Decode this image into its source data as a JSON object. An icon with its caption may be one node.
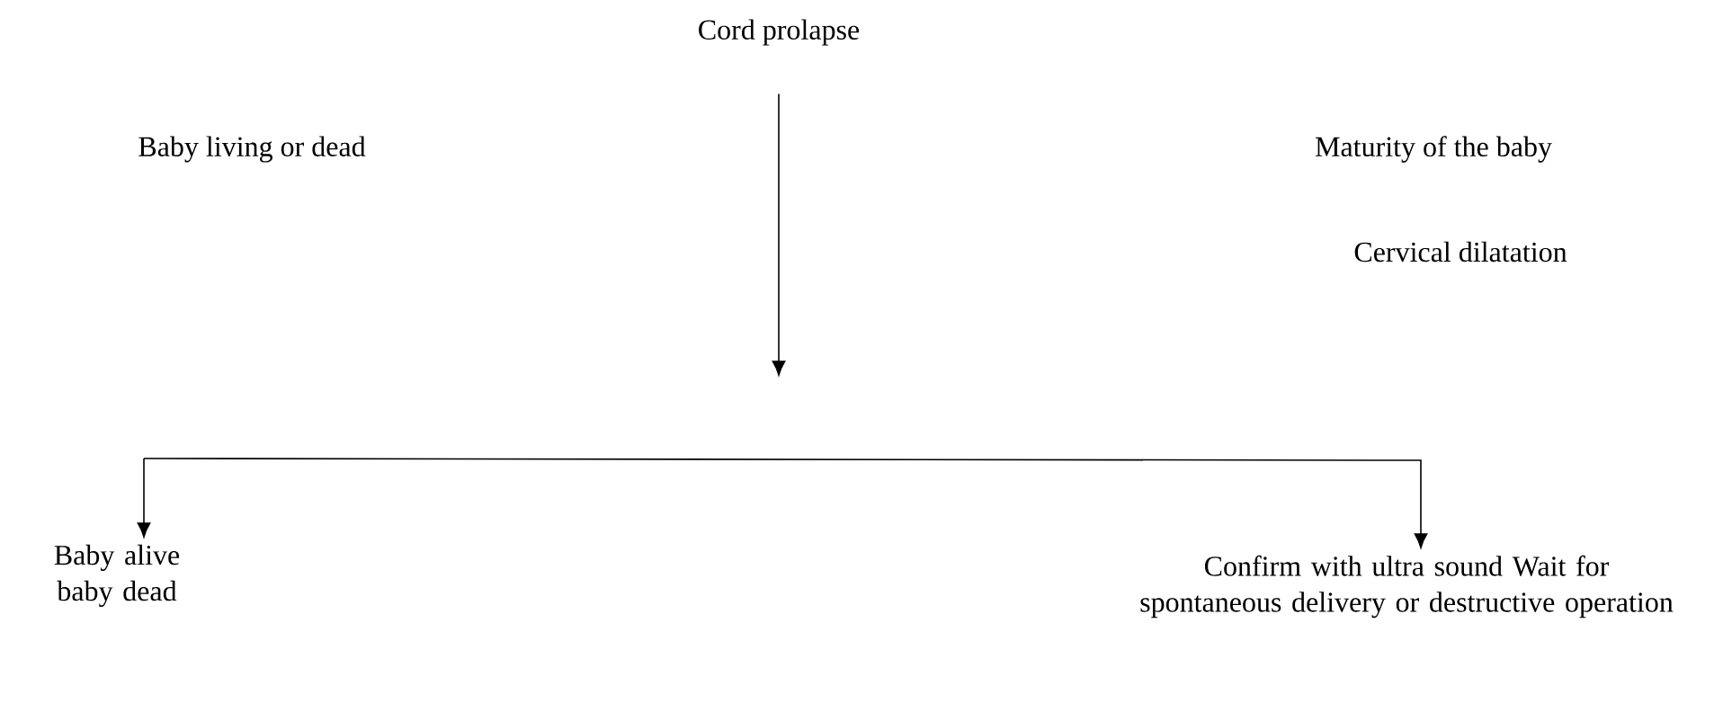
{
  "diagram": {
    "nodes": [
      {
        "text": [
          "Cord prolapse"
        ]
      },
      {
        "text": [
          "Baby alive baby dead"
        ]
      },
      {
        "text": [
          "Confirm with ultra sound Wait for spontaneous delivery or destructive operation"
        ]
      }
    ],
    "edges": [
      {
        "from": 0,
        "to": null,
        "arrow": "to"
      },
      {
        "from": null,
        "to": 1,
        "arrow": "to"
      },
      {
        "from": null,
        "to": 2,
        "arrow": "to"
      }
    ],
    "labels": [
      "Baby living or dead",
      "Maturity of the baby",
      "Cervical dilatation"
    ]
  }
}
